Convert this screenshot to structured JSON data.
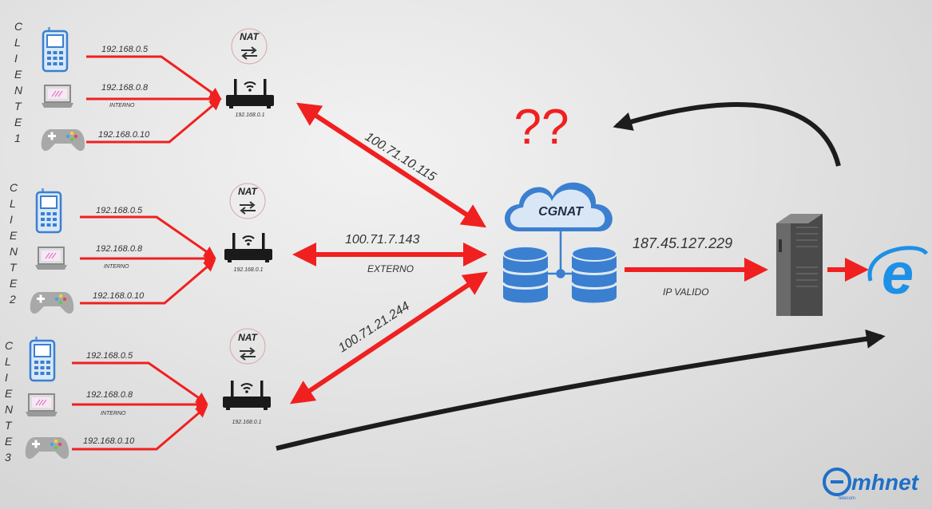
{
  "colors": {
    "red": "#f02020",
    "blue": "#3b7fd0",
    "dark": "#1c1c1c"
  },
  "clients": [
    {
      "letters": [
        "C",
        "L",
        "I",
        "E",
        "N",
        "T",
        "E",
        "1"
      ],
      "ips": [
        "192.168.0.5",
        "192.168.0.8",
        "192.168.0.10"
      ],
      "interno": "INTERNO",
      "nat": "NAT",
      "router_ip": "192.168.0.1"
    },
    {
      "letters": [
        "C",
        "L",
        "I",
        "E",
        "N",
        "T",
        "E",
        "2"
      ],
      "ips": [
        "192.168.0.5",
        "192.168.0.8",
        "192.168.0.10"
      ],
      "interno": "INTERNO",
      "nat": "NAT",
      "router_ip": "192.168.0.1"
    },
    {
      "letters": [
        "C",
        "L",
        "I",
        "E",
        "N",
        "T",
        "E",
        "3"
      ],
      "ips": [
        "192.168.0.5",
        "192.168.0.8",
        "192.168.0.10"
      ],
      "interno": "INTERNO",
      "nat": "NAT",
      "router_ip": "192.168.0.1"
    }
  ],
  "links": {
    "client1": "100.71.10.115",
    "client2": "100.71.7.143",
    "client2_tag": "EXTERNO",
    "client3": "100.71.21.244"
  },
  "cgnat": {
    "label": "CGNAT"
  },
  "question": "??",
  "public": {
    "ip": "187.45.127.229",
    "tag": "IP VALIDO"
  },
  "logo": {
    "text": "mhnet",
    "sub": "telecom"
  },
  "icons": [
    "phone-icon",
    "laptop-icon",
    "gamepad-icon",
    "router-icon",
    "nat-swap-icon",
    "cloud-icon",
    "database-icon",
    "server-tower-icon",
    "browser-e-icon"
  ]
}
